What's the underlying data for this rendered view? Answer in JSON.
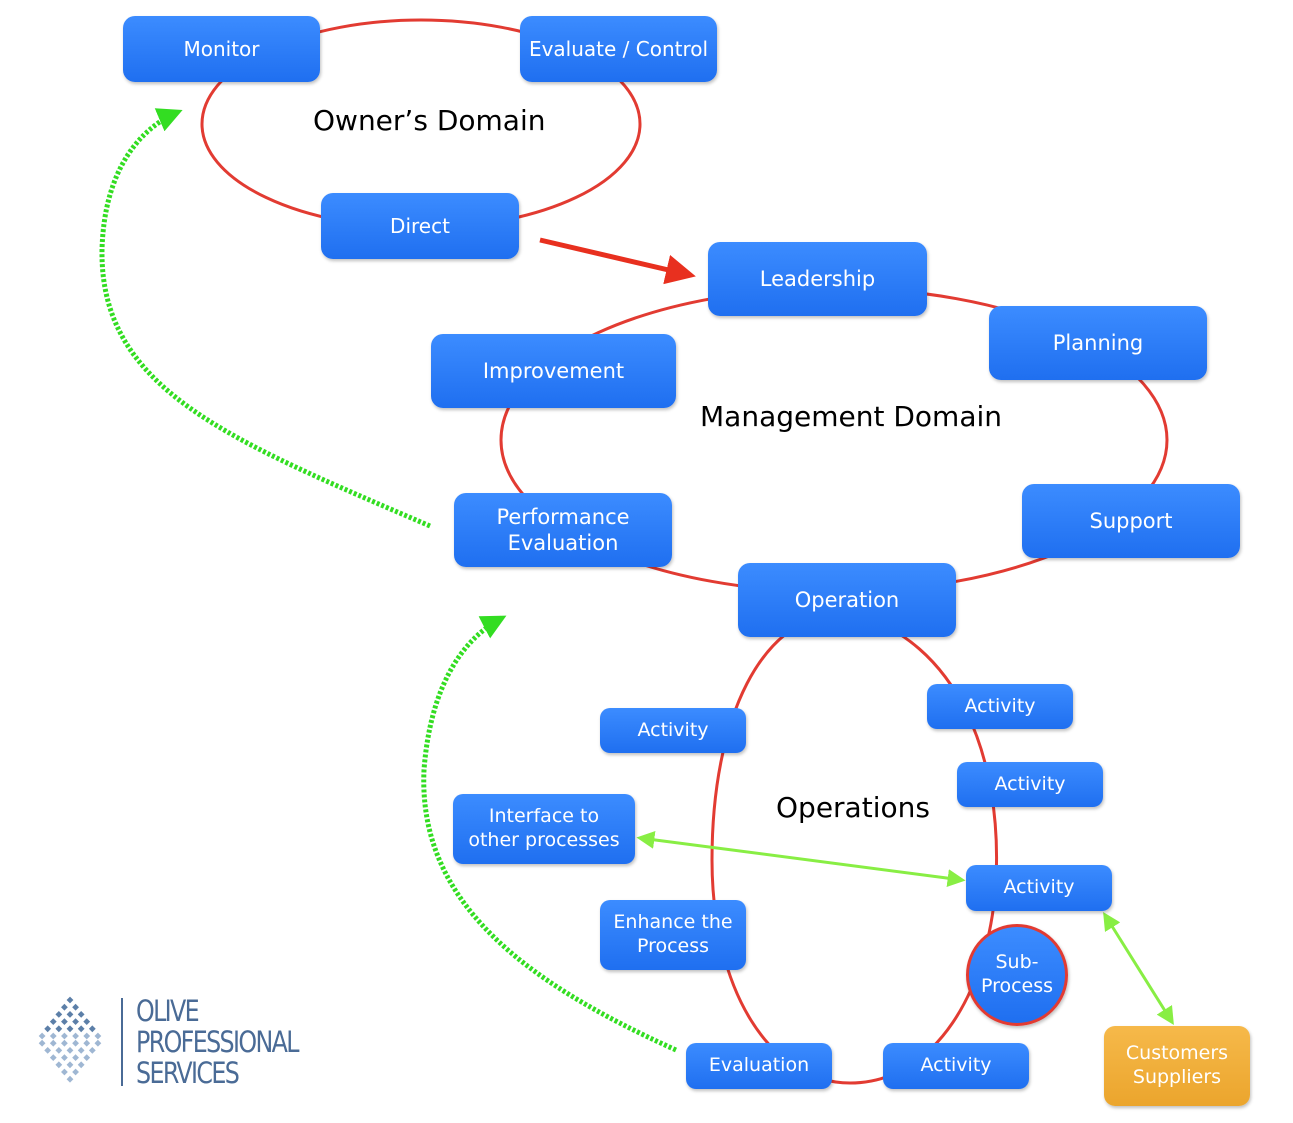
{
  "domains": {
    "owner": "Owner’s Domain",
    "management": "Management Domain",
    "operations": "Operations"
  },
  "nodes": {
    "monitor": "Monitor",
    "evaluate_control": "Evaluate / Control",
    "direct": "Direct",
    "leadership": "Leadership",
    "planning": "Planning",
    "improvement": "Improvement",
    "support": "Support",
    "performance_evaluation": "Performance\nEvaluation",
    "operation": "Operation",
    "activity_left": "Activity",
    "activity_right_1": "Activity",
    "activity_right_2": "Activity",
    "activity_right_3": "Activity",
    "activity_bottom": "Activity",
    "interface": "Interface to\nother processes",
    "enhance": "Enhance the\nProcess",
    "sub_process": "Sub-\nProcess",
    "evaluation": "Evaluation",
    "customers_suppliers": "Customers\nSuppliers"
  },
  "logo": {
    "line1": "OLIVE",
    "line2": "PROFESSIONAL",
    "line3": "SERVICES"
  },
  "colors": {
    "node_blue": "#2a7cf8",
    "loop_red": "#e23b32",
    "feedback_green": "#33dd22",
    "link_green": "#88ee44",
    "external_orange": "#f0ad3a",
    "logo_blue": "#4a6b96"
  }
}
